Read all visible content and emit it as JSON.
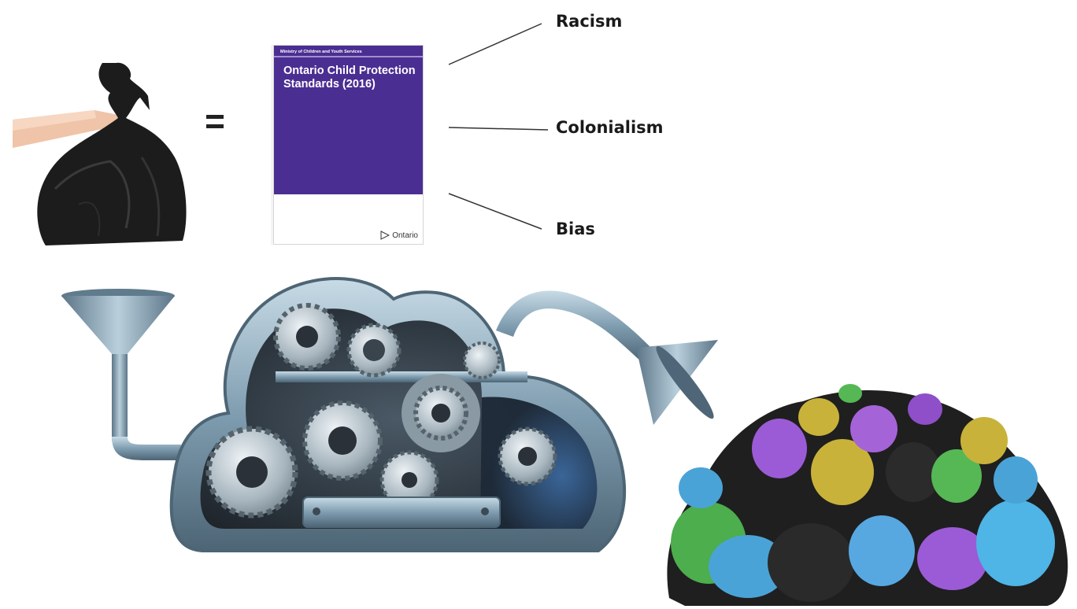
{
  "document": {
    "ministry": "Ministry of Children and Youth Services",
    "title": "Ontario Child Protection Standards (2016)",
    "brand": "Ontario"
  },
  "labels": {
    "racism": "Racism",
    "colonialism": "Colonialism",
    "bias": "Bias"
  },
  "icons": [
    "garbage-bag-icon",
    "equals-icon",
    "funnel-icon",
    "gear-cloud-machine-icon",
    "garbage-pile-icon"
  ],
  "colors": {
    "cover_purple": "#4b2e92",
    "bag_black": "#1c1c1c",
    "machine_steel": "#6f8fa3"
  }
}
